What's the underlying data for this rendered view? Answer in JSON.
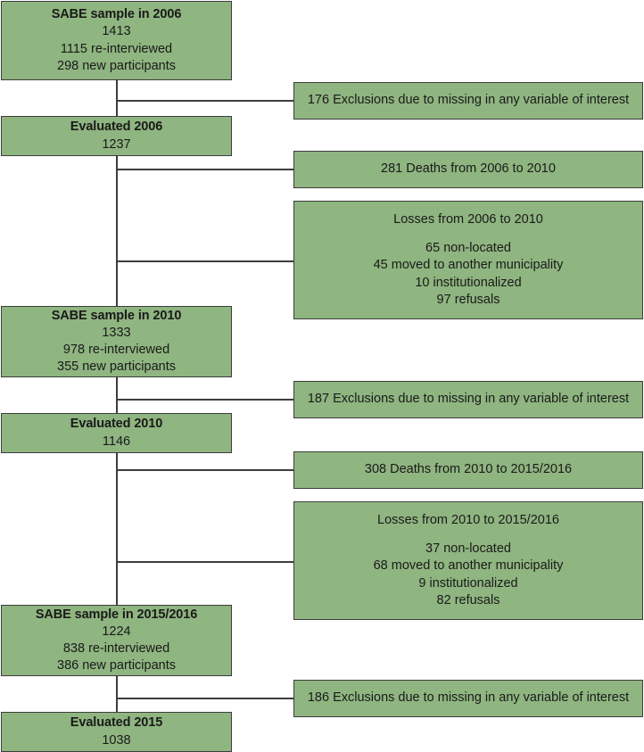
{
  "diagram": {
    "type": "flowchart",
    "title": "SABE cohort study participant flow 2006-2015/2016",
    "accent_color": "#8FB580",
    "border_color": "#3d3d3d",
    "text_color": "#1a1a1a",
    "background_color": "#ffffff"
  },
  "main_nodes": [
    {
      "id": "sample-2006",
      "title": "SABE sample in 2006",
      "total": "1413",
      "line3": "1115 re-interviewed",
      "line4": "298 new participants"
    },
    {
      "id": "evaluated-2006",
      "title": "Evaluated 2006",
      "total": "1237"
    },
    {
      "id": "sample-2010",
      "title": "SABE sample in 2010",
      "total": "1333",
      "line3": "978 re-interviewed",
      "line4": "355 new participants"
    },
    {
      "id": "evaluated-2010",
      "title": "Evaluated 2010",
      "total": "1146"
    },
    {
      "id": "sample-2015",
      "title": "SABE sample in 2015/2016",
      "total": "1224",
      "line3": "838 re-interviewed",
      "line4": "386 new participants"
    },
    {
      "id": "evaluated-2015",
      "title": "Evaluated 2015",
      "total": "1038"
    }
  ],
  "side_nodes": [
    {
      "id": "exclusions-2006",
      "text": "176 Exclusions due to missing in any variable of interest"
    },
    {
      "id": "deaths-2006-2010",
      "text": "281 Deaths from 2006 to 2010"
    },
    {
      "id": "losses-2006-2010",
      "heading": "Losses from 2006 to 2010",
      "items": [
        "65 non-located",
        "45 moved to another municipality",
        "10 institutionalized",
        "97 refusals"
      ]
    },
    {
      "id": "exclusions-2010",
      "text": "187 Exclusions due to missing in any variable of interest"
    },
    {
      "id": "deaths-2010-2015",
      "text": "308 Deaths from 2010 to 2015/2016"
    },
    {
      "id": "losses-2010-2015",
      "heading": "Losses from 2010 to 2015/2016",
      "items": [
        "37 non-located",
        "68 moved to another municipality",
        "9 institutionalized",
        "82 refusals"
      ]
    },
    {
      "id": "exclusions-2015",
      "text": "186 Exclusions due to missing in any variable of interest"
    }
  ]
}
